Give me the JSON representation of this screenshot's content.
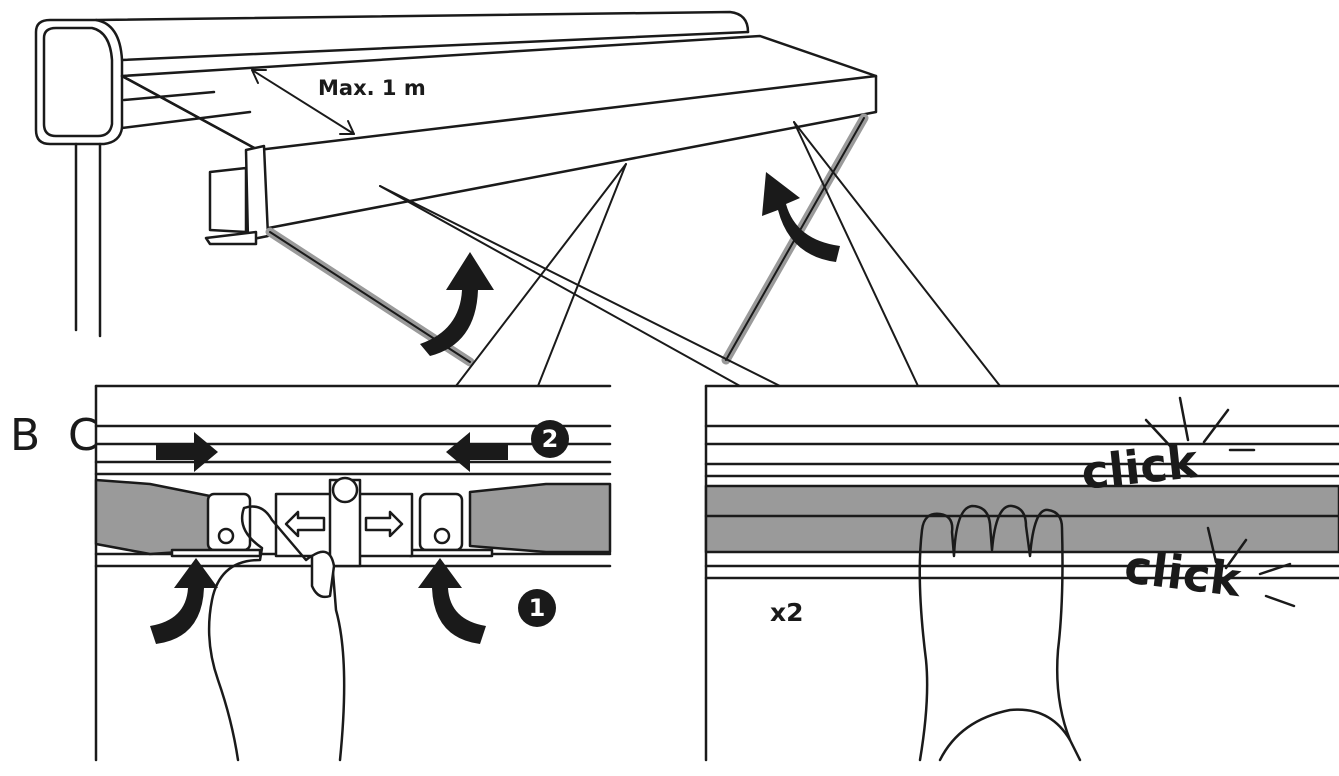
{
  "labels": {
    "max_width": "Max. 1 m",
    "panel_left_letter_b": "B",
    "panel_left_letter_c": "C",
    "repeat": "x2",
    "sound_1": "click",
    "sound_2": "click"
  },
  "steps": {
    "step_1": "1",
    "step_2": "2"
  },
  "colors": {
    "line": "#1a1a1a",
    "rail_fill": "#9a9a9a",
    "panel_fill": "#ffffff",
    "badge": "#1a1a1a"
  }
}
